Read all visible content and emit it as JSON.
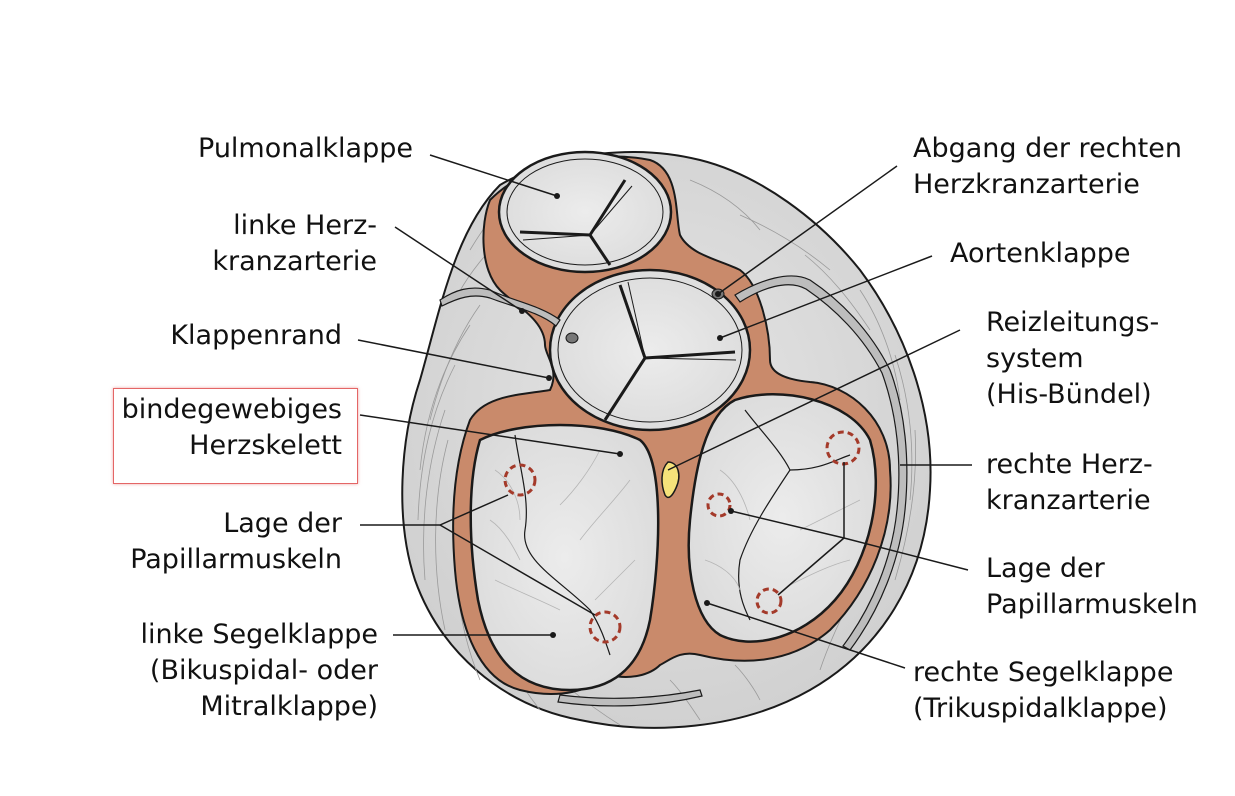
{
  "labels": {
    "pulmonalklappe": "Pulmonalklappe",
    "linke_herz_1": "linke Herz-",
    "linke_herz_2": "kranzarterie",
    "klappenrand": "Klappenrand",
    "bindegewebe_1": "bindegewebiges",
    "bindegewebe_2": "Herzskelett",
    "papillar_left_1": "Lage der",
    "papillar_left_2": "Papillarmuskeln",
    "linke_segel_1": "linke Segelklappe",
    "linke_segel_2": "(Bikuspidal- oder",
    "linke_segel_3": "Mitralklappe)",
    "abgang_1": "Abgang der rechten",
    "abgang_2": "Herzkranzarterie",
    "aortenklappe": "Aortenklappe",
    "reiz_1": "Reizleitungs-",
    "reiz_2": "system",
    "reiz_3": "(His-Bündel)",
    "rechte_herz_1": "rechte Herz-",
    "rechte_herz_2": "kranzarterie",
    "papillar_right_1": "Lage der",
    "papillar_right_2": "Papillarmuskeln",
    "rechte_segel_1": "rechte Segelklappe",
    "rechte_segel_2": "(Trikuspidalklappe)"
  },
  "colors": {
    "skeleton": "#c98a6b",
    "valve_fill": "#e4e4e4",
    "heart_fill": "#d9d9d9",
    "outline": "#1a1a1a",
    "papillar_marker": "#a43a2a",
    "his_bundle": "#f5e27a",
    "highlight_box": "#e46666"
  }
}
